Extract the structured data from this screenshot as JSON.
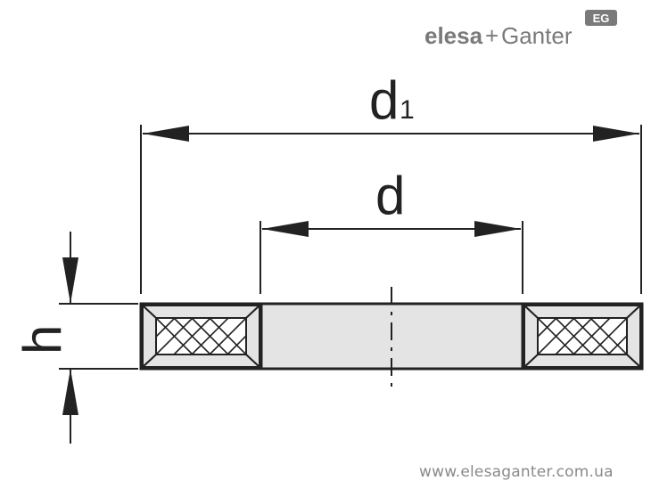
{
  "logo": {
    "brand_left": "elesa",
    "plus": "+",
    "brand_right": "Ganter",
    "badge": "EG"
  },
  "dimensions": {
    "outer_diameter_label": "d",
    "outer_diameter_subscript": "1",
    "inner_diameter_label": "d",
    "height_label": "h"
  },
  "footer": {
    "website": "www.elesaganter.com.ua"
  },
  "colors": {
    "line": "#222222",
    "fill": "#e4e4e4",
    "logo_gray": "#7a7a7a"
  }
}
